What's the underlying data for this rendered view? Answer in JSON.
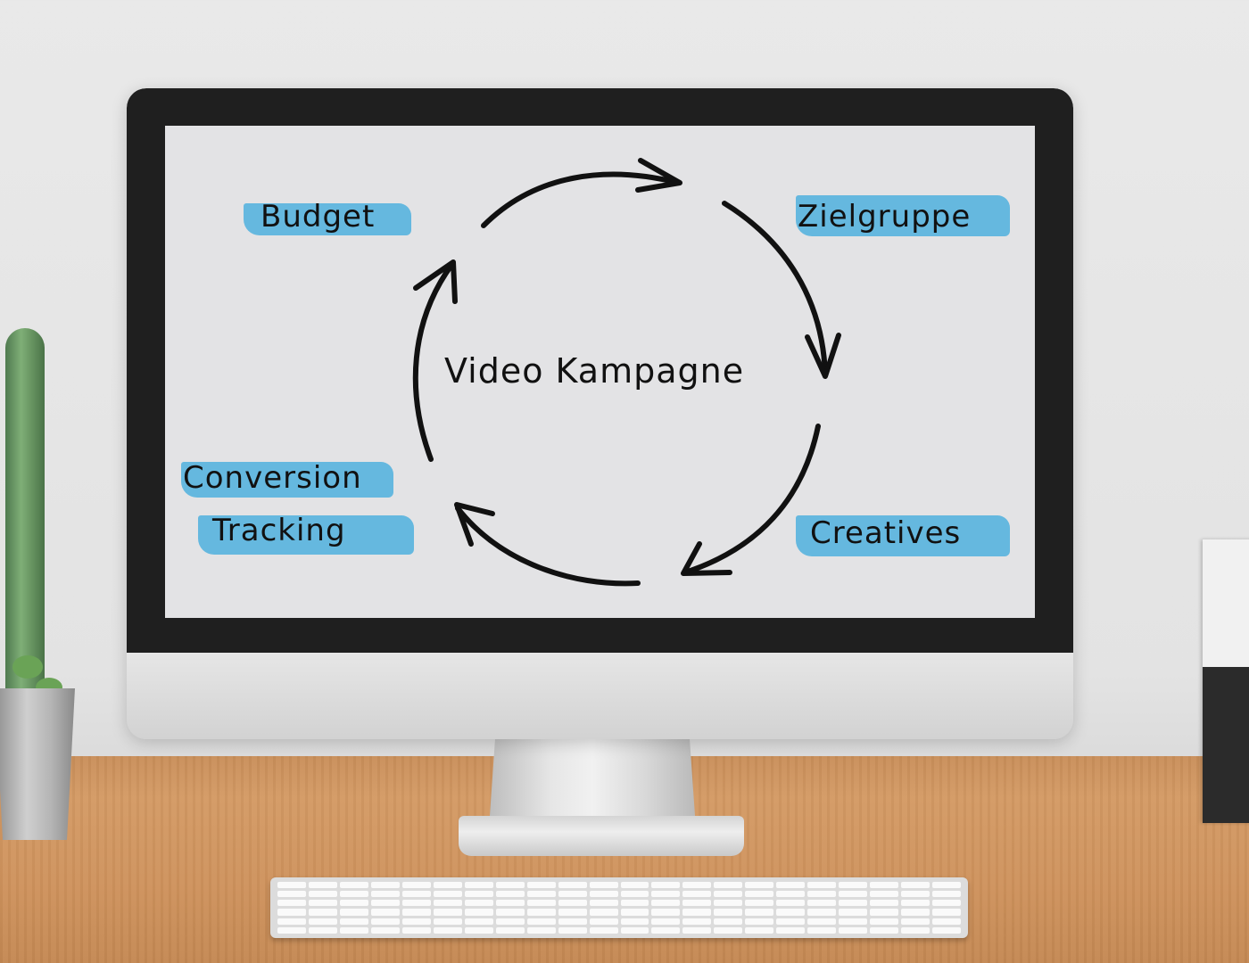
{
  "diagram": {
    "center": "Video Kampagne",
    "nodes": [
      {
        "id": "budget",
        "label": "Budget"
      },
      {
        "id": "zielgruppe",
        "label": "Zielgruppe"
      },
      {
        "id": "creatives",
        "label": "Creatives"
      },
      {
        "id": "conversion",
        "label": "Conversion"
      },
      {
        "id": "tracking",
        "label": "Tracking"
      }
    ],
    "cycle_order": [
      "Budget",
      "Zielgruppe",
      "Creatives",
      "Conversion Tracking"
    ],
    "highlight_color": "#5ab4de",
    "arrow_color": "#111111"
  },
  "scene": {
    "monitor_bezel_color": "#1f1f1f",
    "screen_color": "#e3e3e5"
  }
}
